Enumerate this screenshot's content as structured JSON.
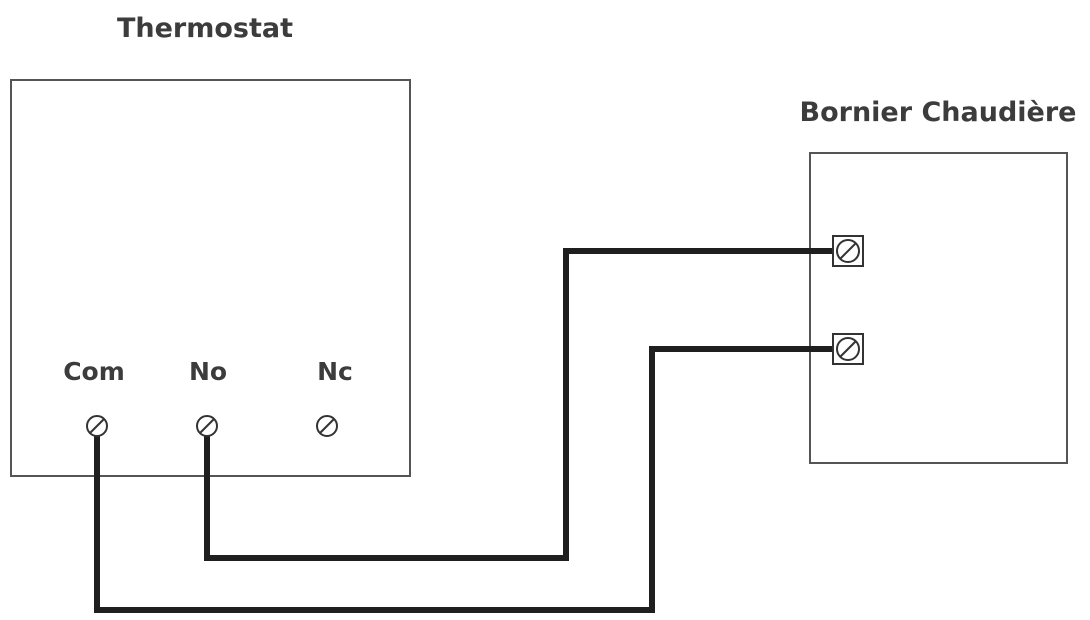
{
  "thermostat": {
    "title": "Thermostat",
    "terminals": [
      {
        "label": "Com"
      },
      {
        "label": "No"
      },
      {
        "label": "Nc"
      }
    ]
  },
  "boiler": {
    "title": "Bornier Chaudière",
    "terminals": [
      {
        "label": ""
      },
      {
        "label": ""
      }
    ]
  },
  "colors": {
    "wire": "#1f1f1f",
    "box_border": "#555555",
    "text": "#3c3c3c"
  }
}
